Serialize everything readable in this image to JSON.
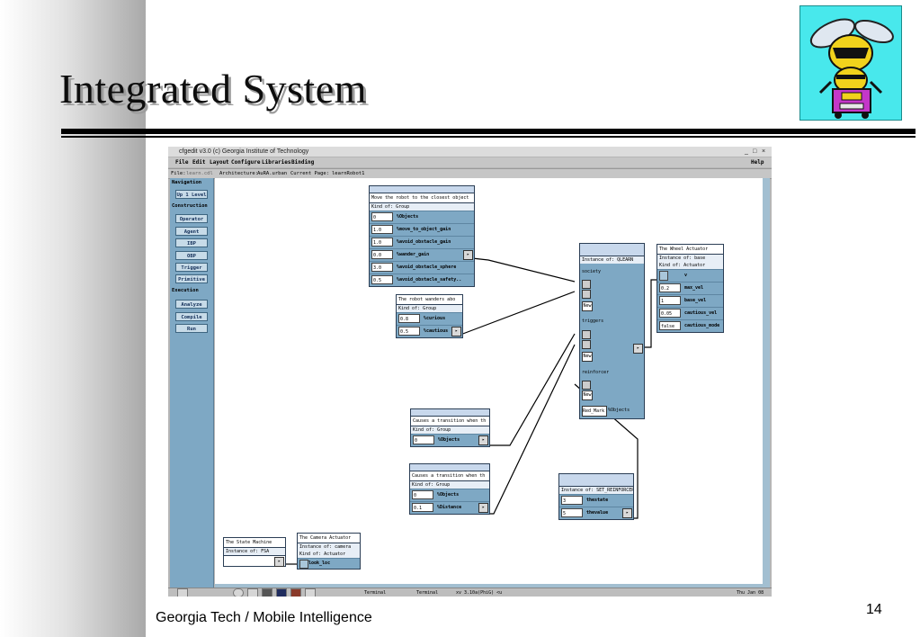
{
  "slide": {
    "title": "Integrated System",
    "footer": "Georgia Tech / Mobile Intelligence",
    "page_number": "14"
  },
  "window": {
    "title": "cfgedit  v3.0  (c) Georgia Institute of Technology",
    "controls": [
      "_",
      "□",
      "×"
    ]
  },
  "menu": [
    "File",
    "Edit",
    "Layout",
    "Configure",
    "Libraries",
    "Binding"
  ],
  "menu_help": "Help",
  "infobar": {
    "file_label": "File:",
    "file_value": "learn.cdl",
    "arch_label": "Architecture:",
    "arch_value": "AuRA.urban",
    "page_label": "Current Page:",
    "page_value": "learnRobot1"
  },
  "sidebar": {
    "navigation_heading": "Navigation",
    "up_level": "Up 1 Level",
    "construction_heading": "Construction",
    "construction_buttons": [
      "Operator",
      "Agent",
      "IBP",
      "OBP",
      "Trigger",
      "Primitive"
    ],
    "execution_heading": "Execution",
    "execution_buttons": [
      "Analyze",
      "Compile",
      "Run"
    ]
  },
  "nodes": {
    "move_group": {
      "title": "Move the robot to the closest object",
      "kind": "Kind of: Group",
      "rows": [
        {
          "value": "0",
          "param": "%Objects"
        },
        {
          "value": "1.0",
          "param": "%move_to_object_gain"
        },
        {
          "value": "1.0",
          "param": "%avoid_obstacle_gain"
        },
        {
          "value": "0.0",
          "param": "%wander_gain"
        },
        {
          "value": "3.0",
          "param": "%avoid_obstacle_sphere"
        },
        {
          "value": "0.5",
          "param": "%avoid_obstacle_safety.."
        }
      ]
    },
    "wander_group": {
      "title": "The robot wanders abo",
      "kind": "Kind of: Group",
      "rows": [
        {
          "value": "0.8",
          "param": "%curious"
        },
        {
          "value": "0.5",
          "param": "%cautious"
        }
      ]
    },
    "qlearn": {
      "instance": "Instance of: QLEARN",
      "ports": [
        "society",
        "triggers",
        "reinforcer"
      ],
      "new_label": "New",
      "bottom_value": "Red_Mark",
      "bottom_param": "%Objects"
    },
    "wheel": {
      "title": "The Wheel Actuator",
      "instance": "Instance of: base",
      "kind": "Kind of: Actuator",
      "top_param": "v",
      "rows": [
        {
          "value": "0.2",
          "param": "max_vel"
        },
        {
          "value": "1",
          "param": "base_vel"
        },
        {
          "value": "0.05",
          "param": "cautious_vel"
        },
        {
          "value": "false",
          "param": "cautious_mode"
        }
      ]
    },
    "transition1": {
      "title": "Causes a transition when th",
      "kind": "Kind of: Group",
      "rows": [
        {
          "value": "0",
          "param": "%Objects"
        }
      ]
    },
    "transition2": {
      "title": "Causes a transition when th",
      "kind": "Kind of: Group",
      "rows": [
        {
          "value": "0",
          "param": "%Objects"
        },
        {
          "value": "0.1",
          "param": "%Distance"
        }
      ]
    },
    "set_reinforcer": {
      "instance": "Instance of: SET_REINFORCER",
      "rows": [
        {
          "value": "3",
          "param": "thestate"
        },
        {
          "value": "5",
          "param": "thevalue"
        }
      ]
    },
    "state_machine": {
      "title": "The State Machine",
      "instance": "Instance of: FSA"
    },
    "camera": {
      "title": "The Camera Actuator",
      "instance": "Instance of: camera",
      "kind": "Kind of: Actuator",
      "param": "look_loc"
    }
  },
  "taskbar": {
    "items": [
      "Terminal",
      "Terminal",
      "xv 3.10a(PhiG) <u"
    ],
    "clock": "Thu Jan 08"
  }
}
